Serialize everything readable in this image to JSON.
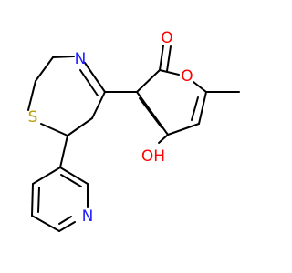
{
  "molecule": {
    "atoms": {
      "n_ring": "N",
      "s_ring": "S",
      "o_carbonyl": "O",
      "o_ring": "O",
      "oh": "OH",
      "n_pyridine": "N"
    }
  },
  "colors": {
    "bond": "#000000",
    "nitrogen": "#2020ff",
    "oxygen": "#ff0000",
    "sulfur": "#b8a000",
    "background": "#ffffff"
  }
}
